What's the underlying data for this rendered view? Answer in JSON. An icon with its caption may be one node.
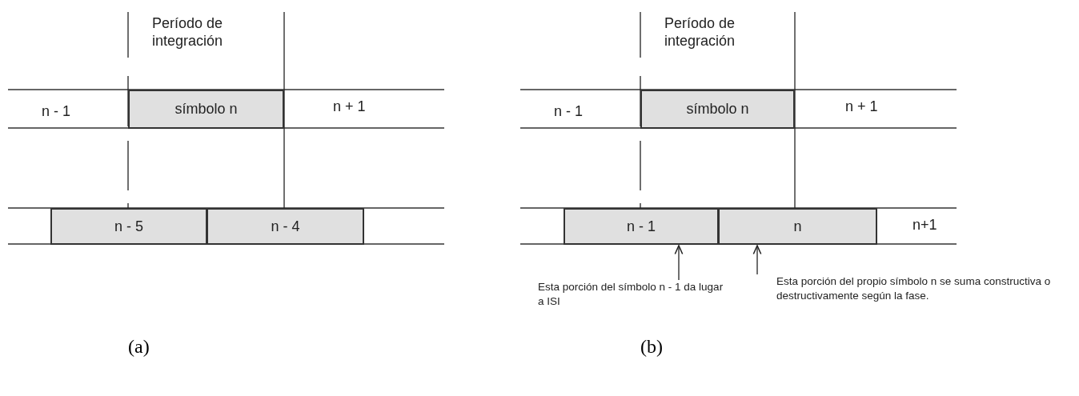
{
  "diagram": {
    "nodes": [
      {
        "text": [
          "símbolo n"
        ]
      },
      {
        "text": [
          "n - 5"
        ]
      },
      {
        "text": [
          "n - 4"
        ]
      },
      {
        "text": [
          "símbolo n"
        ]
      },
      {
        "text": [
          "n - 1"
        ]
      },
      {
        "text": [
          "n"
        ]
      },
      {
        "text": [
          "Esta porción del símbolo n - 1 da lugar a ISI"
        ]
      },
      {
        "text": [
          "Esta porción del propio símbolo n se suma constructiva o destructivamente según la fase."
        ]
      }
    ],
    "edges": [
      {
        "from": 6,
        "to": 4,
        "arrow": "to"
      },
      {
        "from": 7,
        "to": 5,
        "arrow": "to"
      }
    ],
    "labels": [
      "Período de integración",
      "n - 1",
      "n + 1",
      "(a)",
      "Período de integración",
      "n - 1",
      "n + 1",
      "n+1",
      "(b)"
    ]
  }
}
